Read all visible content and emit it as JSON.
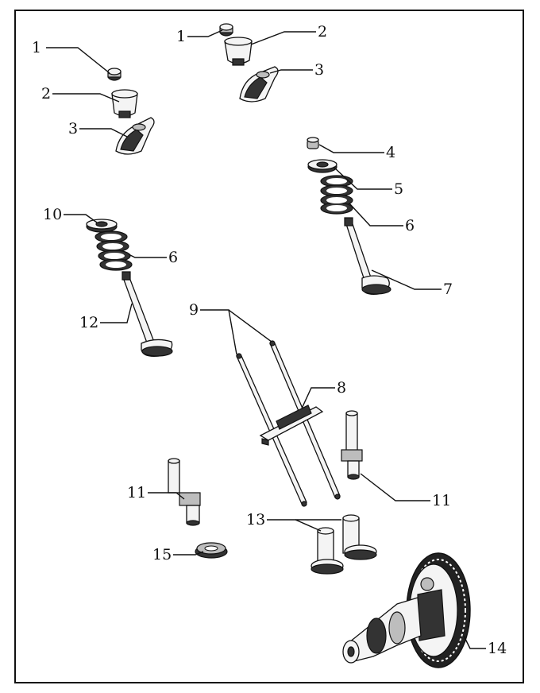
{
  "diagram": {
    "callouts": [
      {
        "id": "c1a",
        "number": "1"
      },
      {
        "id": "c2a",
        "number": "2"
      },
      {
        "id": "c3a",
        "number": "3"
      },
      {
        "id": "c1b",
        "number": "1"
      },
      {
        "id": "c2b",
        "number": "2"
      },
      {
        "id": "c3b",
        "number": "3"
      },
      {
        "id": "c4",
        "number": "4"
      },
      {
        "id": "c5",
        "number": "5"
      },
      {
        "id": "c6a",
        "number": "6"
      },
      {
        "id": "c7",
        "number": "7"
      },
      {
        "id": "c10",
        "number": "10"
      },
      {
        "id": "c6b",
        "number": "6"
      },
      {
        "id": "c12",
        "number": "12"
      },
      {
        "id": "c9",
        "number": "9"
      },
      {
        "id": "c8",
        "number": "8"
      },
      {
        "id": "c11a",
        "number": "11"
      },
      {
        "id": "c11b",
        "number": "11"
      },
      {
        "id": "c13",
        "number": "13"
      },
      {
        "id": "c15",
        "number": "15"
      },
      {
        "id": "c14",
        "number": "14"
      }
    ]
  }
}
